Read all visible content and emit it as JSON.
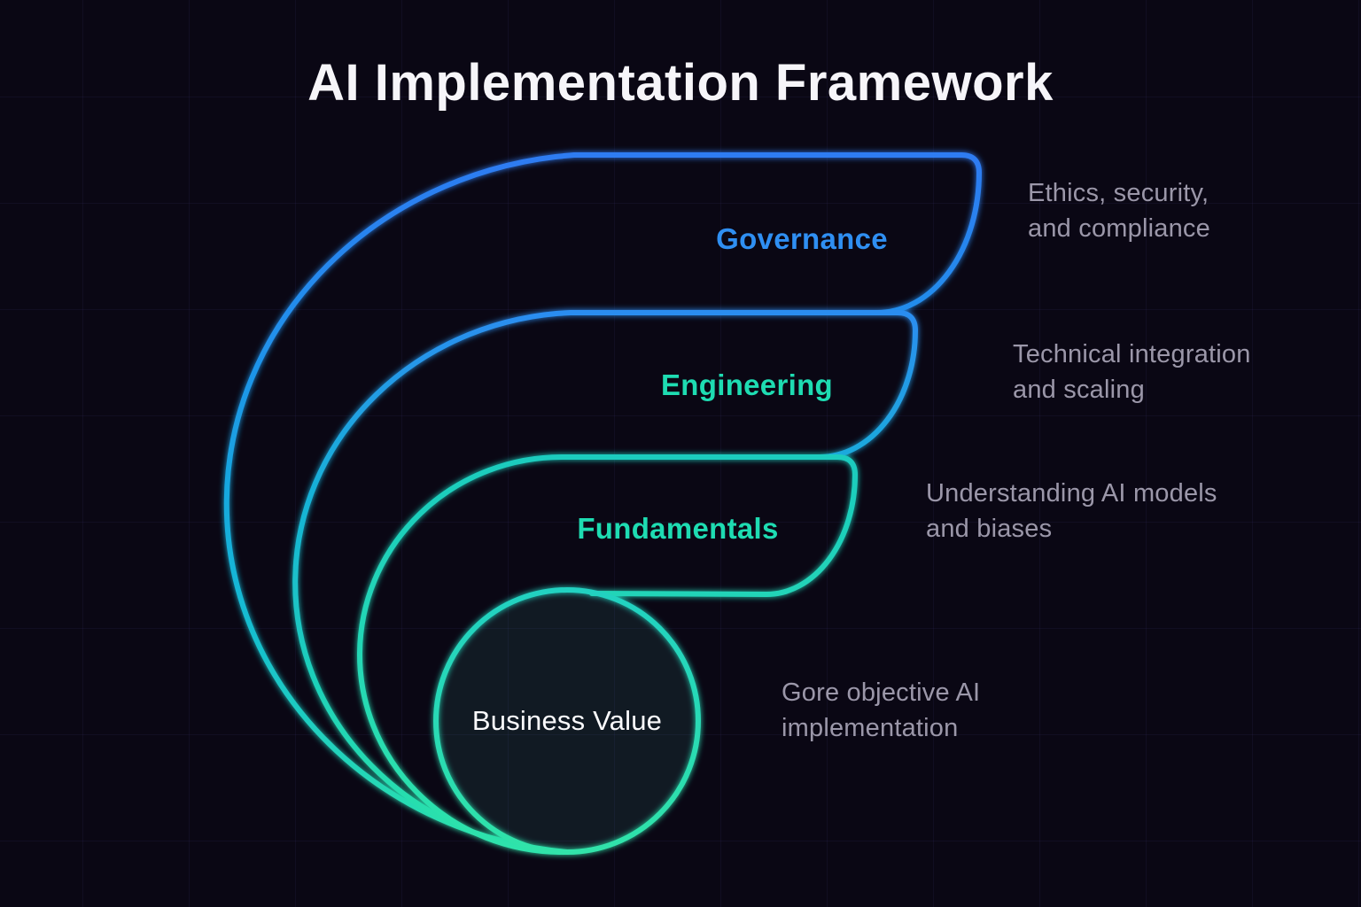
{
  "title": "AI Implementation Framework",
  "colors": {
    "background": "#0a0714",
    "grid_line": "rgba(115,95,210,0.07)",
    "blue_accent": "#2f8ff2",
    "teal_accent": "#1edcb2",
    "annotation_text": "#9b97a9",
    "title_text": "#f6f5f9",
    "business_value_text": "#fbfbfd"
  },
  "layers": [
    {
      "id": "governance",
      "label": "Governance",
      "label_color": "#2f8ff2",
      "annotation_lines": [
        "Ethics, security,",
        "and compliance"
      ]
    },
    {
      "id": "engineering",
      "label": "Engineering",
      "label_color": "#1edcb2",
      "annotation_lines": [
        "Technical integration",
        "and scaling"
      ]
    },
    {
      "id": "fundamentals",
      "label": "Fundamentals",
      "label_color": "#1edcb2",
      "annotation_lines": [
        "Understanding AI models",
        "and biases"
      ]
    },
    {
      "id": "business-value",
      "label": "Business Value",
      "label_color": "#fbfbfd",
      "annotation_lines": [
        "Gore objective AI",
        "implementation"
      ]
    }
  ]
}
